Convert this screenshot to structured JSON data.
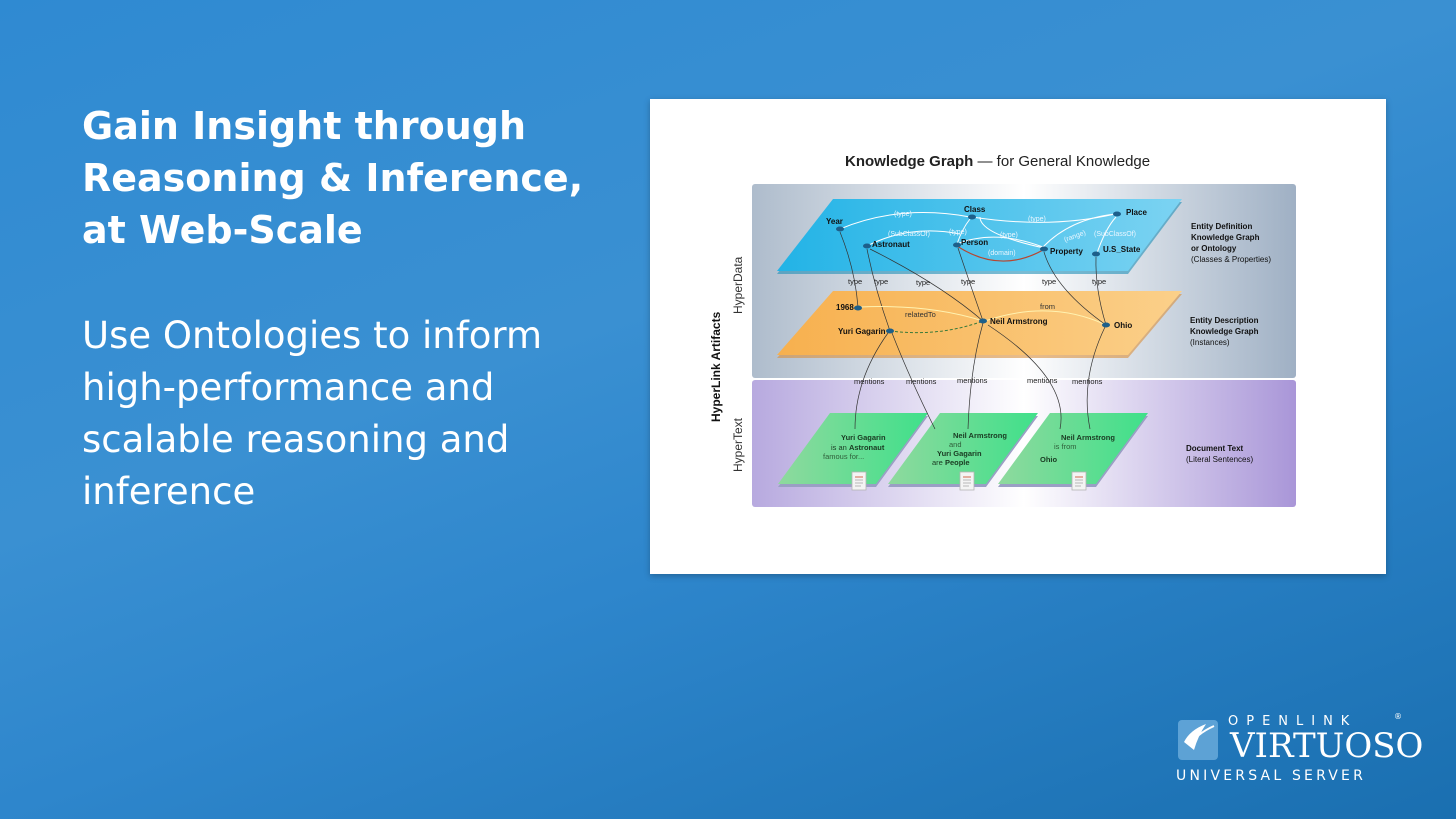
{
  "headline": {
    "line1": "Gain Insight through",
    "line2": "Reasoning & Inference,",
    "line3": "at Web-Scale"
  },
  "subtext": {
    "line1": "Use Ontologies to inform",
    "line2": "high-performance and",
    "line3": "scalable reasoning and",
    "line4": "inference"
  },
  "diagram": {
    "title_bold": "Knowledge Graph",
    "title_rest": " — for General Knowledge",
    "side_label_main": "HyperLink Artifacts",
    "side_label_data": "HyperData",
    "side_label_text": "HyperText",
    "layer_labels": {
      "ontology_1": "Entity Definition",
      "ontology_2": "Knowledge Graph",
      "ontology_3": "or Ontology",
      "ontology_4": "(Classes & Properties)",
      "instances_1": "Entity Description",
      "instances_2": "Knowledge Graph",
      "instances_3": "(Instances)",
      "docs_1": "Document Text",
      "docs_2": "(Literal Sentences)"
    },
    "ontology_nodes": {
      "year": "Year",
      "class": "Class",
      "place": "Place",
      "astronaut": "Astronaut",
      "person": "Person",
      "property": "Property",
      "us_state": "U.S_State"
    },
    "ontology_edges": {
      "type1": "(type)",
      "type2": "(type)",
      "subclass1": "(SubClassOf)",
      "type3": "(type)",
      "type4": "(type)",
      "domain": "(domain)",
      "range": "(range)",
      "subclass2": "(SubClassOf)"
    },
    "instance_nodes": {
      "y1968": "1968",
      "yuri": "Yuri Gagarin",
      "neil": "Neil Armstrong",
      "ohio": "Ohio"
    },
    "instance_edges": {
      "related": "relatedTo",
      "from": "from"
    },
    "type_labels": {
      "t1": "type",
      "t2": "type",
      "t3": "type",
      "t4": "type",
      "t5": "type",
      "t6": "type"
    },
    "mention_labels": {
      "m1": "mentions",
      "m2": "mentions",
      "m3": "mentions",
      "m4": "mentions",
      "m5": "mentions"
    },
    "doc1": {
      "l1": "Yuri Gagarin",
      "l2a": "is an ",
      "l2b": "Astronaut",
      "l3": "famous for..."
    },
    "doc2": {
      "l1": "Neil Armstrong",
      "l2": "and",
      "l3": "Yuri Gagarin",
      "l4a": "are ",
      "l4b": "People"
    },
    "doc3": {
      "l1": "Neil Armstrong",
      "l2": "is from",
      "l3": "Ohio"
    },
    "colors": {
      "ontology_layer": "#3bbde8",
      "instance_layer": "#f6b55a",
      "document_layer": "#5fd48a",
      "node": "#1d5f8a"
    }
  },
  "brand": {
    "openlink": "OPENLINK",
    "reg": "®",
    "virtuoso": "VIRTUOSO",
    "universal_server": "UNIVERSAL SERVER"
  }
}
